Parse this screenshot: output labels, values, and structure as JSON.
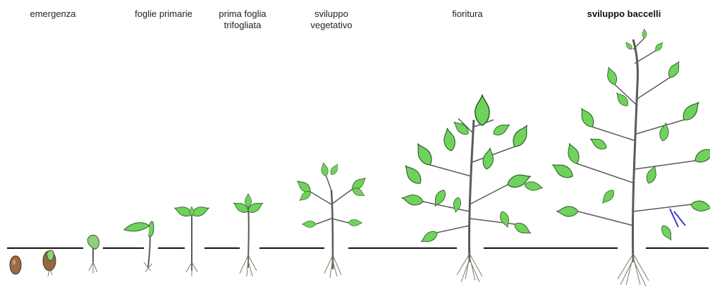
{
  "stages": [
    {
      "id": "emergenza",
      "label": "emergenza"
    },
    {
      "id": "foglie",
      "label": "foglie primarie"
    },
    {
      "id": "trifogliata",
      "label": "prima foglia trifogliata"
    },
    {
      "id": "vegetativo",
      "label": "sviluppo vegetativo"
    },
    {
      "id": "fioritura",
      "label": "fioritura"
    },
    {
      "id": "baccelli",
      "label": "sviluppo baccelli"
    }
  ],
  "colors": {
    "leaf_fill": "#6fd35b",
    "leaf_stroke": "#2f5a2a",
    "stem": "#5a5a5a",
    "root": "#7a7a6a",
    "ground": "#111111",
    "seed": "#9a6a45",
    "flower": "#3b3bc8"
  }
}
